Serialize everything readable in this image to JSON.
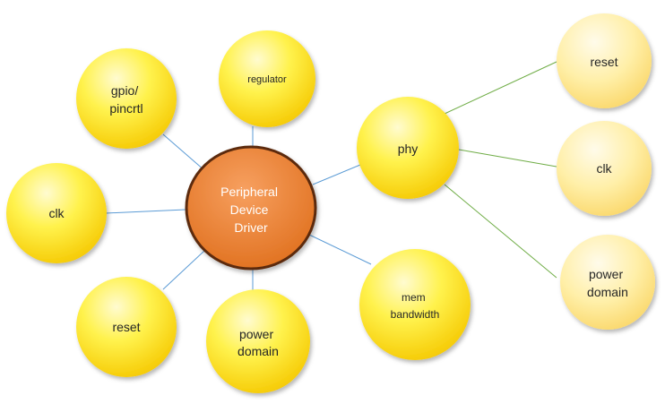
{
  "diagram": {
    "center": {
      "label": [
        "Peripheral",
        "Device",
        "Driver"
      ]
    },
    "nodes": {
      "gpio": {
        "label": [
          "gpio/",
          "pincrtl"
        ]
      },
      "regulator": {
        "label": [
          "regulator"
        ]
      },
      "clk_left": {
        "label": [
          "clk"
        ]
      },
      "reset_left": {
        "label": [
          "reset"
        ]
      },
      "power_domain_left": {
        "label": [
          "power",
          "domain"
        ]
      },
      "mem_bandwidth": {
        "label": [
          "mem",
          "bandwidth"
        ]
      },
      "phy": {
        "label": [
          "phy"
        ]
      },
      "phy_reset": {
        "label": [
          "reset"
        ]
      },
      "phy_clk": {
        "label": [
          "clk"
        ]
      },
      "phy_power_domain": {
        "label": [
          "power",
          "domain"
        ]
      }
    }
  },
  "colors": {
    "center_fill": "#ED7D31",
    "center_stroke": "#5B2A0C",
    "node_fill": "#FFD700",
    "node_fill_light": "#FFE699",
    "blue_line": "#5B9BD5",
    "green_line": "#70AD47"
  }
}
